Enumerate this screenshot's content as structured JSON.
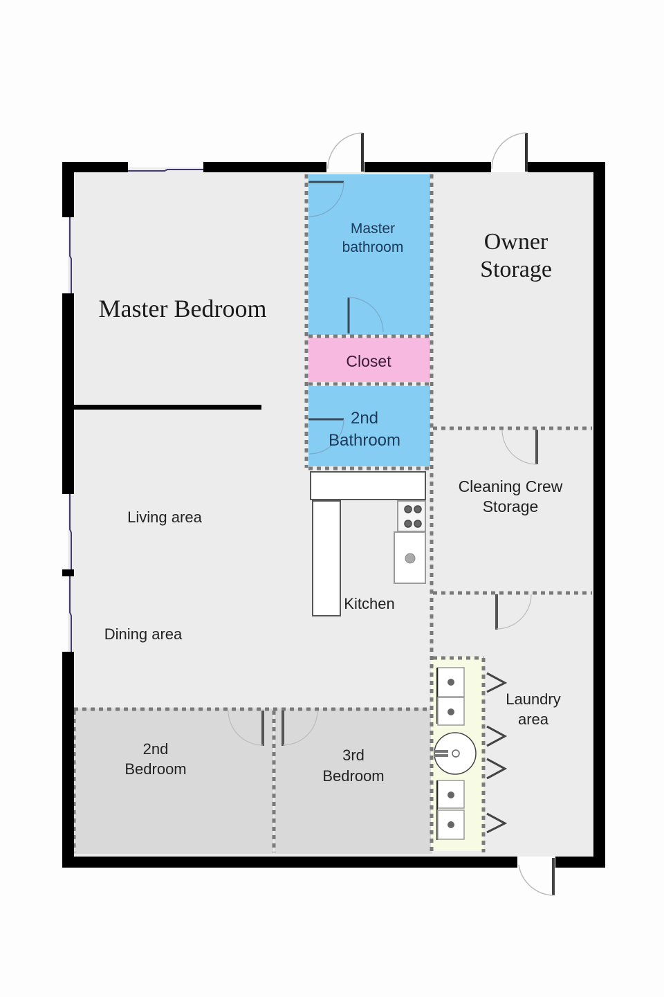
{
  "plan": {
    "colors": {
      "background": "#fdfdfd",
      "floor": "#ececec",
      "bedroom_floor": "#d9d9d9",
      "bathroom": "#85cdf3",
      "closet": "#f7b9df",
      "laundry_strip": "#f8fbe4",
      "wall": "#000000",
      "partition_dotted": "#7a7a7a",
      "window": "#3e3a6e"
    },
    "rooms": {
      "master_bedroom": "Master Bedroom",
      "master_bathroom_line1": "Master",
      "master_bathroom_line2": "bathroom",
      "owner_storage_line1": "Owner",
      "owner_storage_line2": "Storage",
      "closet": "Closet",
      "second_bathroom_line1": "2nd",
      "second_bathroom_line2": "Bathroom",
      "cleaning_storage_line1": "Cleaning Crew",
      "cleaning_storage_line2": "Storage",
      "living_area": "Living area",
      "kitchen": "Kitchen",
      "dining_area": "Dining area",
      "laundry_line1": "Laundry",
      "laundry_line2": "area",
      "second_bedroom_line1": "2nd",
      "second_bedroom_line2": "Bedroom",
      "third_bedroom_line1": "3rd",
      "third_bedroom_line2": "Bedroom"
    },
    "fixtures": {
      "exterior_doors": 3,
      "washers_dryers": 4,
      "laundry_sink": 1,
      "stove_burners": 4,
      "kitchen_sink": 1,
      "clothes_racks": 4
    }
  }
}
